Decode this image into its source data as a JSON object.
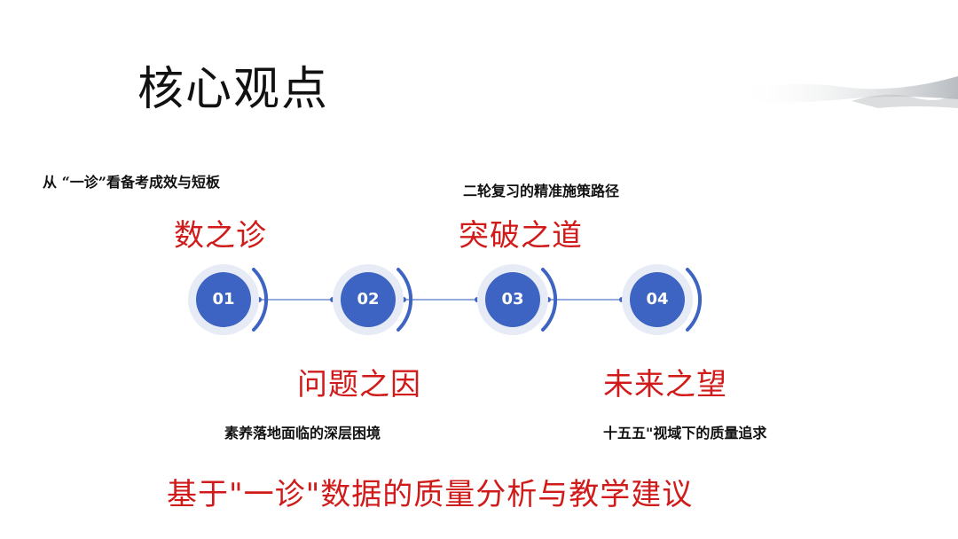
{
  "title": "核心观点",
  "points": [
    {
      "number": "01",
      "heading": "数之诊",
      "subtitle": "从 “一诊”看备考成效与短板"
    },
    {
      "number": "02",
      "heading": "问题之因",
      "subtitle": "素养落地面临的深层困境"
    },
    {
      "number": "03",
      "heading": "突破之道",
      "subtitle": "二轮复习的精准施策路径"
    },
    {
      "number": "04",
      "heading": "未来之望",
      "subtitle": "十五五\"视域下的质量追求"
    }
  ],
  "footer": "基于\"一诊\"数据的质量分析与教学建议",
  "colors": {
    "accent_red": "#d11a1a",
    "node_blue": "#3d64c2",
    "line_blue": "#6f8fd0"
  }
}
